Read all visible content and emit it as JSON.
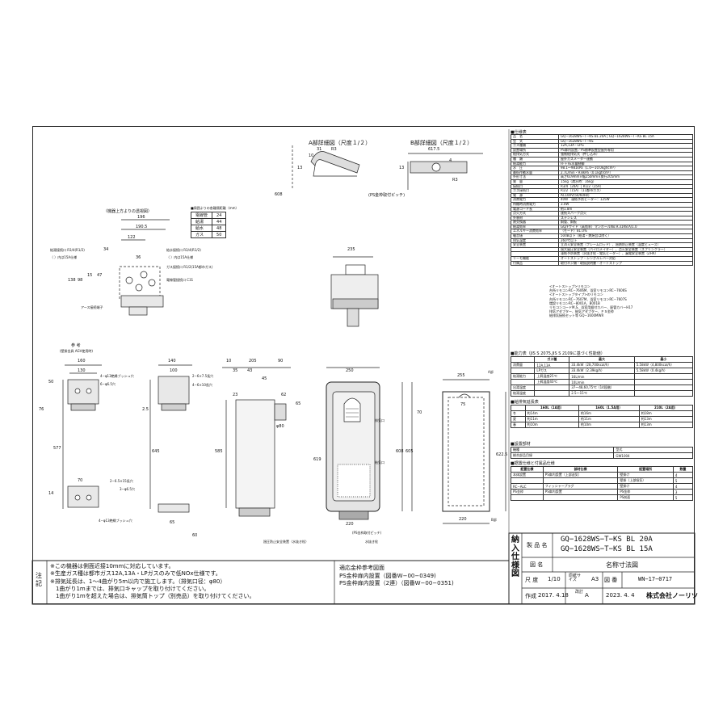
{
  "views": {
    "detail_a": "A部詳細図（尺度１/２）",
    "detail_b": "B部詳細図（尺度１/２）",
    "detail_a_dims": [
      "31",
      "10",
      "R3",
      "13"
    ],
    "detail_b_dims": [
      "617.5",
      "4",
      "R3",
      "13"
    ],
    "pitch_label": "(PS金枠取付ピッチ)",
    "dim_608": "608",
    "top_view_title": "（機器上方よりの透視図）",
    "top_dims": [
      "196",
      "190.5",
      "122",
      "34",
      "36"
    ],
    "left_dims": [
      "138",
      "98",
      "15",
      "47"
    ],
    "gas_inlet": "給湯接続口 R3/4(R1/2)",
    "gas_inlet_note": "（ ）内は15A仕様",
    "water_inlet": "給水接続口 R3/4(R1/2)",
    "water_inlet_note": "（ ）内は15A仕様",
    "gas_conn": "ガス接続口 R1/2(15A都市ガス)",
    "elec": "電線管接続口 C31",
    "earth": "アース接続端子",
    "ref_title": "参 考",
    "ref_note": "(壁掛金具 AGV使用時)",
    "bracket_dims": [
      "160",
      "130",
      "70",
      "76",
      "577",
      "14",
      "50"
    ],
    "bracket_labels": [
      "4−φ13絶縁ブッシュ穴",
      "6−φ6.5穴",
      "2−6.5×15長穴",
      "3−φ6.5穴",
      "4−φ13絶縁ブッシュ穴"
    ],
    "side_dims": [
      "140",
      "100",
      "2.5",
      "645",
      "65",
      "60"
    ],
    "side_labels": [
      "2−6×7.5長穴",
      "4−6×10長穴"
    ],
    "body_dims": [
      "10",
      "205",
      "90",
      "35",
      "43",
      "45",
      "585",
      "619",
      "23",
      "62",
      "65"
    ],
    "front_dims": [
      "250",
      "220",
      "608",
      "605",
      "φ80",
      "70"
    ],
    "front_labels": [
      "排気口",
      "給気口",
      "過圧防止安全装置（水抜き栓）",
      "水抜き栓"
    ],
    "front_pitch_v": "(PS金枠取付ピッチ)",
    "front_case_pitch": "(前方ケース取付ピッチ)",
    "front_pitch_h": "(PS金枠取付ピッチ)",
    "mid_top_dim": "235",
    "right_dims": [
      "255",
      "75",
      "622.5",
      "220"
    ],
    "right_labels": [
      "A部",
      "B部"
    ],
    "clearance_title": "■周囲よりの各離隔距離（mm）",
    "clearance": [
      [
        "電線管",
        "24"
      ],
      [
        "給湯",
        "44"
      ],
      [
        "給水",
        "48"
      ],
      [
        "ガス",
        "50"
      ]
    ]
  },
  "spec": {
    "title": "■仕様表",
    "rows": [
      [
        "品　名",
        "GQ−1628WS−T−KS BL 20A | GQ−1628WS−T−KS BL 15A"
      ],
      [
        "型　式",
        "GQ−1628WS−T−KS"
      ],
      [
        "ガス種類",
        "12A,13A・LPG"
      ],
      [
        "設置場所",
        "PS扉内設置／PS標準設置型屋外専用"
      ],
      [
        "給排気方式",
        "強制給排気式（押し込み）"
      ],
      [
        "種　類",
        "屋外ガスメーター連動"
      ],
      [
        "給湯能力",
        "FF＋FE水量制御"
      ],
      [
        "水　圧",
        "98.1〜981kPa（1.0〜10.0kgf/cm²）"
      ],
      [
        "最低作動水量",
        "2.7L/min・9.8kPa（0.1kgf/cm²）"
      ],
      [
        "外形寸法",
        "高さ619mm×幅250mm×奥行205mm"
      ],
      [
        "質　量",
        "15kg（満水時：16kg）"
      ],
      [
        "接続口",
        "R3/4（20A）| R1/2（15A）"
      ],
      [
        "ガス接続口",
        "R1/2（15A）（11都市ガス）"
      ],
      [
        "電　源",
        "AC100V(50/60Hz)"
      ],
      [
        "消費電力",
        "40W　凍結予防ヒーター：125W"
      ],
      [
        "待機時消費電力",
        "3.0W"
      ],
      [
        "電源コード長",
        "約1.8m"
      ],
      [
        "点火方式",
        "連続スパーク点火"
      ],
      [
        "外装材",
        "ステンレス"
      ],
      [
        "熱交換器",
        "銅管、銅板"
      ],
      [
        "給湯効率",
        "GQ/Fワイド（高効率）マンホールNo.9.31R8.A/1.0"
      ],
      [
        "エネルギー消費効率",
        "（モード）81.0%"
      ],
      [
        "騒音値",
        "50dB以下（給湯・燃焼音は除く）"
      ],
      [
        "排気温度",
        "260℃以下"
      ],
      [
        "安全装置",
        "立消え安全装置（フレームロッド）、過熱防止装置（温度ヒューズ）"
      ],
      [
        "",
        "過大風圧安全装置（パイロメイター）、点火安全装置（スプリンクラー）"
      ],
      [
        "",
        "凍結予防装置（水抜き栓・電気ヒーター）、漏電安全装置（ZHR）"
      ],
      [
        "リーモ機能",
        "オートストップ・シングルレバー対応"
      ],
      [
        "付属品",
        "取付ネジ類・取扱説明書・オートストップ"
      ]
    ],
    "remote_title": "<オートストップ>リモコン",
    "remote_items": [
      "<オートストップ>リモコン",
      "台所リモコンRC−7606M、浴室リモコンRC−7606S",
      "<オートストップタイプ>のリモコン",
      "台所リモコンRC−7607M、浴室リモコンRC−7607S",
      "増設リモコンRC−8001A、B001B",
      "リモコンコードM,S、浴室用据付カバー、配管カバーH17",
      "排気アダプター、給気アダプター、ＰＳ金枠",
      "給排気接続セット等 GQ−1600MWR"
    ],
    "ability_title": "■能力表（JIS S 2075,JIS S 2109に基づく性能値）",
    "ability_head": [
      "",
      "ガス種",
      "最大",
      "最小"
    ],
    "ability_rows": [
      [
        "消費量",
        "12A,13A",
        "33.4kW（28,700kcal/h）",
        "5.58kW（4,800kcal/h）"
      ],
      [
        "",
        "LPガス",
        "33.4kW（2.39kg/h）",
        "5.58kW（0.4kg/h）"
      ],
      [
        "給湯能力",
        "上昇温度25℃",
        "16L/min",
        ""
      ],
      [
        "",
        "上昇温度40℃",
        "10L/min",
        ""
      ],
      [
        "出湯温度",
        "",
        "37〜48,60,75℃（14段階）",
        ""
      ],
      [
        "給湯温度",
        "",
        "2.5〜15℃",
        ""
      ]
    ],
    "pipe_title": "■給排気延長表",
    "pipe_head": [
      "",
      "160L（1A用）",
      "160L（1.5A用）",
      "210L（2A用）"
    ],
    "pipe_rows": [
      [
        "冬",
        "約14m",
        "約16m",
        "約18m"
      ],
      [
        "夏",
        "約11m",
        "約11m",
        "約13m"
      ],
      [
        "春",
        "約10m",
        "約10m",
        "約13m"
      ]
    ],
    "option_title": "■設置部材",
    "option_rows": [
      [
        "機種",
        "型式"
      ],
      [
        "総合部品目録",
        "GW1004"
      ]
    ],
    "install_title": "■据置仕様と付属品仕様",
    "install_head": [
      "設置仕様",
      "部材仕様",
      "設置場所",
      "数量"
    ],
    "install_rows": [
      [
        "本体設置",
        "PS扉内設置（上部送気）",
        "壁掛け",
        "4"
      ],
      [
        "",
        "",
        "壁掛（上部吸気）",
        "5"
      ],
      [
        "RC−ALC",
        "フィッシャープラグ",
        "壁掛け",
        "4"
      ],
      [
        "PS金枠",
        "PS扉内設置",
        "PS金枠",
        "3"
      ],
      [
        "",
        "",
        "PS前面",
        "5"
      ]
    ]
  },
  "title_block": {
    "side_label": "納入仕様図",
    "product_name_label": "製 品 名",
    "product_names": [
      "GQ−1628WS−T−KS BL 20A",
      "GQ−1628WS−T−KS BL 15A"
    ],
    "drawing_label": "図 名",
    "drawing_name": "名称寸法図",
    "scale_label": "尺 度",
    "scale": "1/10",
    "paper_label": "原紙サイズ",
    "paper": "A3",
    "drawing_no_label": "図 番",
    "drawing_no": "WN−17−0717",
    "drafted_label": "作成",
    "drafted": "2017. 4.18",
    "revised_label": "改訂",
    "revised_letter": "A",
    "revised": "2023. 4. 4",
    "company": "株式会社ノーリツ"
  },
  "notes": {
    "label": "注記",
    "lines": [
      "※この機器は側面近接10mmに対応しています。",
      "※生産ガス種は都市ガス12A,13A・LPガスのみで低NOx仕様です。",
      "※排気延長は、1〜4曲がり5m以内で施工します。（排気口径：φ80）",
      "　1曲がり1mまでは、排気口キャップを取り付けてください。",
      "　1曲がり1mを超えた場合は、排気筒トップ（別売品）を取り付けてください。"
    ],
    "ref_title": "適応金枠参考図面",
    "ref_lines": [
      "PS金枠扉内設置（図番W−00−0349)",
      "PS金枠扉内設置（2連）（図番W−00−0351)"
    ]
  }
}
